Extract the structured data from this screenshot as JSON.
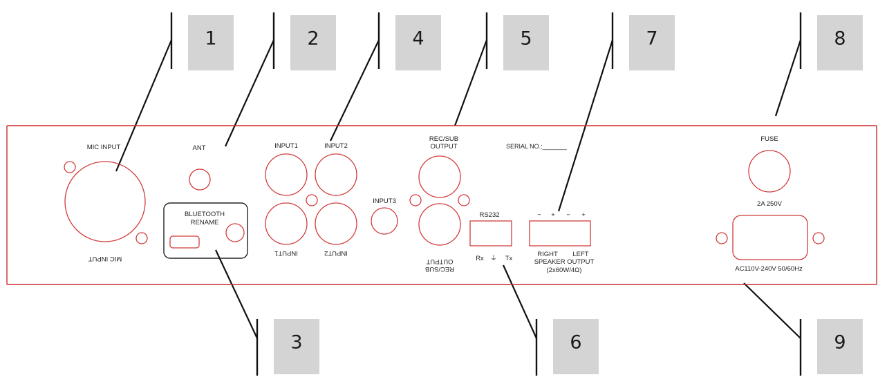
{
  "callouts": [
    "1",
    "2",
    "3",
    "4",
    "5",
    "6",
    "7",
    "8",
    "9"
  ],
  "panel": {
    "mic_input": "MIC INPUT",
    "mic_input_inverted": "MIC INPUT",
    "ant": "ANT",
    "bluetooth_line1": "BLUETOOTH",
    "bluetooth_line2": "RENAME",
    "input1_top": "INPUT1",
    "input2_top": "INPUT2",
    "input1_bottom": "INPUT1",
    "input2_bottom": "INPUT2",
    "input3": "INPUT3",
    "rec_sub_line1": "REC/SUB",
    "rec_sub_line2": "OUTPUT",
    "rec_sub_bottom_line1": "REC/SUB",
    "rec_sub_bottom_line2": "OUTPUT",
    "serial_no": "SERIAL NO.:_______",
    "rs232": "RS232",
    "rs232_rx": "Rx",
    "rs232_gnd": "⏚",
    "rs232_tx": "Tx",
    "speaker_polarity": [
      "−",
      "+",
      "−",
      "+"
    ],
    "speaker_right": "RIGHT",
    "speaker_left": "LEFT",
    "speaker_line2": "SPEAKER OUTPUT",
    "speaker_line3": "(2x60W/4Ω)",
    "fuse": "FUSE",
    "fuse_rating": "2A 250V",
    "ac_input": "AC110V-240V 50/60Hz"
  },
  "colors": {
    "panel_outline": "#cc2b2b",
    "callout_box": "#d4d4d4",
    "leader_line": "#111111"
  }
}
